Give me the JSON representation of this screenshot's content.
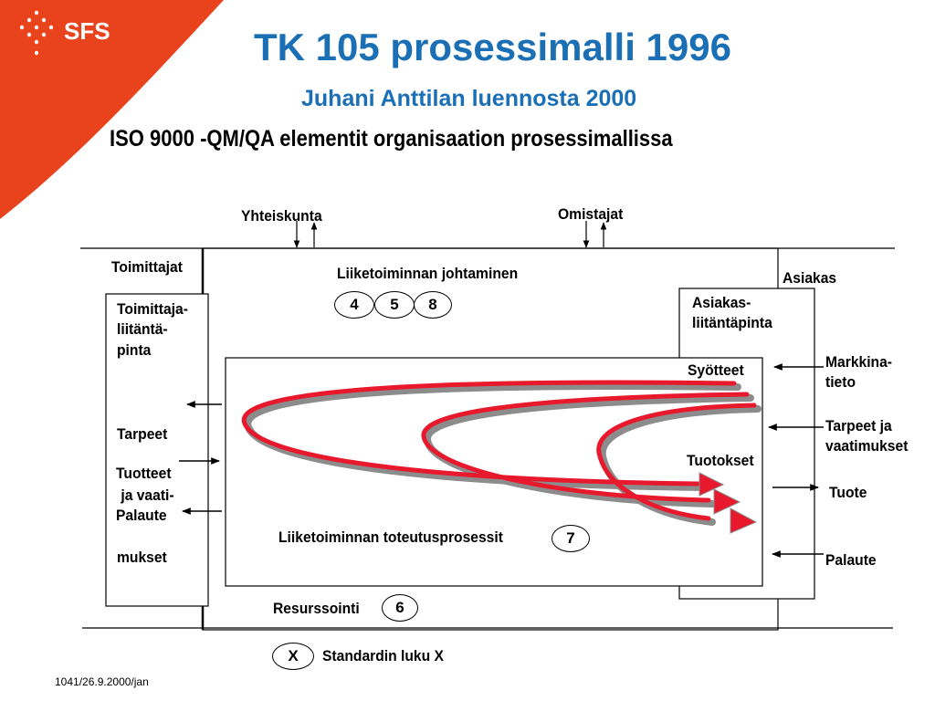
{
  "logo": {
    "text": "SFS",
    "brand_color": "#e8431c"
  },
  "title": "TK 105 prosessimalli 1996",
  "subtitle": "Juhani Anttilan luennosta 2000",
  "heading": "ISO 9000 -QM/QA elementit organisaation prosessimallissa",
  "labels": {
    "yhteiskunta": "Yhteiskunta",
    "omistajat": "Omistajat",
    "toimittajat": "Toimittajat",
    "johtaminen": "Liiketoiminnan johtaminen",
    "asiakas": "Asiakas",
    "toimittaja_liitanta": [
      "Toimittaja-",
      "liitäntä-",
      "pinta"
    ],
    "asiakas_liitanta": [
      "Asiakas-",
      "liitäntäpinta"
    ],
    "syotteet": "Syötteet",
    "markkinatieto": [
      "Markkina-",
      "tieto"
    ],
    "tarpeet_vaati": [
      "Tarpeet",
      " ja vaati-",
      "mukset"
    ],
    "tarpeet_ja": [
      "Tarpeet ja",
      "vaatimukset"
    ],
    "tuotokset": "Tuotokset",
    "tuotteet": "Tuotteet",
    "tuote": "Tuote",
    "palaute_left": "Palaute",
    "palaute_right": "Palaute",
    "toteutus": "Liiketoiminnan toteutusprosessit",
    "resurssointi": "Resurssointi",
    "standardin": "Standardin luku X"
  },
  "elements": {
    "n4": "4",
    "n5": "5",
    "n8": "8",
    "n7": "7",
    "n6": "6",
    "nx": "X"
  },
  "colors": {
    "title": "#1b6fb5",
    "arrow_red": "#e8192c",
    "arrow_shadow": "#8c8c8c"
  },
  "footer": "1041/26.9.2000/jan"
}
